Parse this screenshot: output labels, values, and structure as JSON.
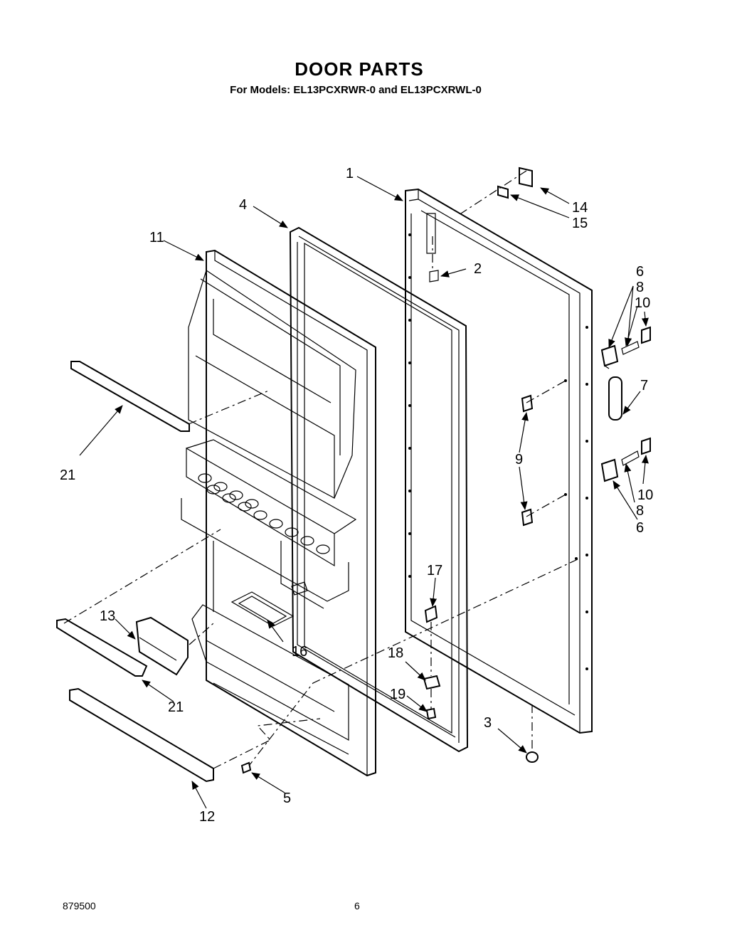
{
  "header": {
    "title": "DOOR PARTS",
    "subtitle": "For Models: EL13PCXRWR-0  and EL13PCXRWL-0"
  },
  "callouts": {
    "c1": "1",
    "c2": "2",
    "c3": "3",
    "c4": "4",
    "c5": "5",
    "c6a": "6",
    "c6b": "6",
    "c7": "7",
    "c8a": "8",
    "c8b": "8",
    "c9": "9",
    "c10a": "10",
    "c10b": "10",
    "c11": "11",
    "c12": "12",
    "c13": "13",
    "c14": "14",
    "c15": "15",
    "c16": "16",
    "c17": "17",
    "c18": "18",
    "c19": "19",
    "c21a": "21",
    "c21b": "21"
  },
  "footer": {
    "code": "879500",
    "page": "6"
  }
}
